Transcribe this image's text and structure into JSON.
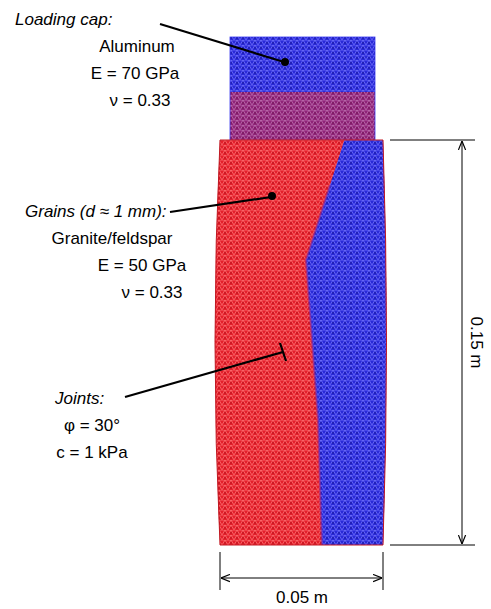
{
  "diagram": {
    "labels": [
      "Loading cap:",
      "Aluminum",
      "E = 70 GPa",
      "ν = 0.33",
      "Grains (d ≈ 1 mm):",
      "Granite/feldspar",
      "E = 50 GPa",
      "ν = 0.33",
      "Joints:",
      "φ = 30°",
      "c = 1 kPa",
      "0.15 m",
      "0.05 m"
    ]
  }
}
